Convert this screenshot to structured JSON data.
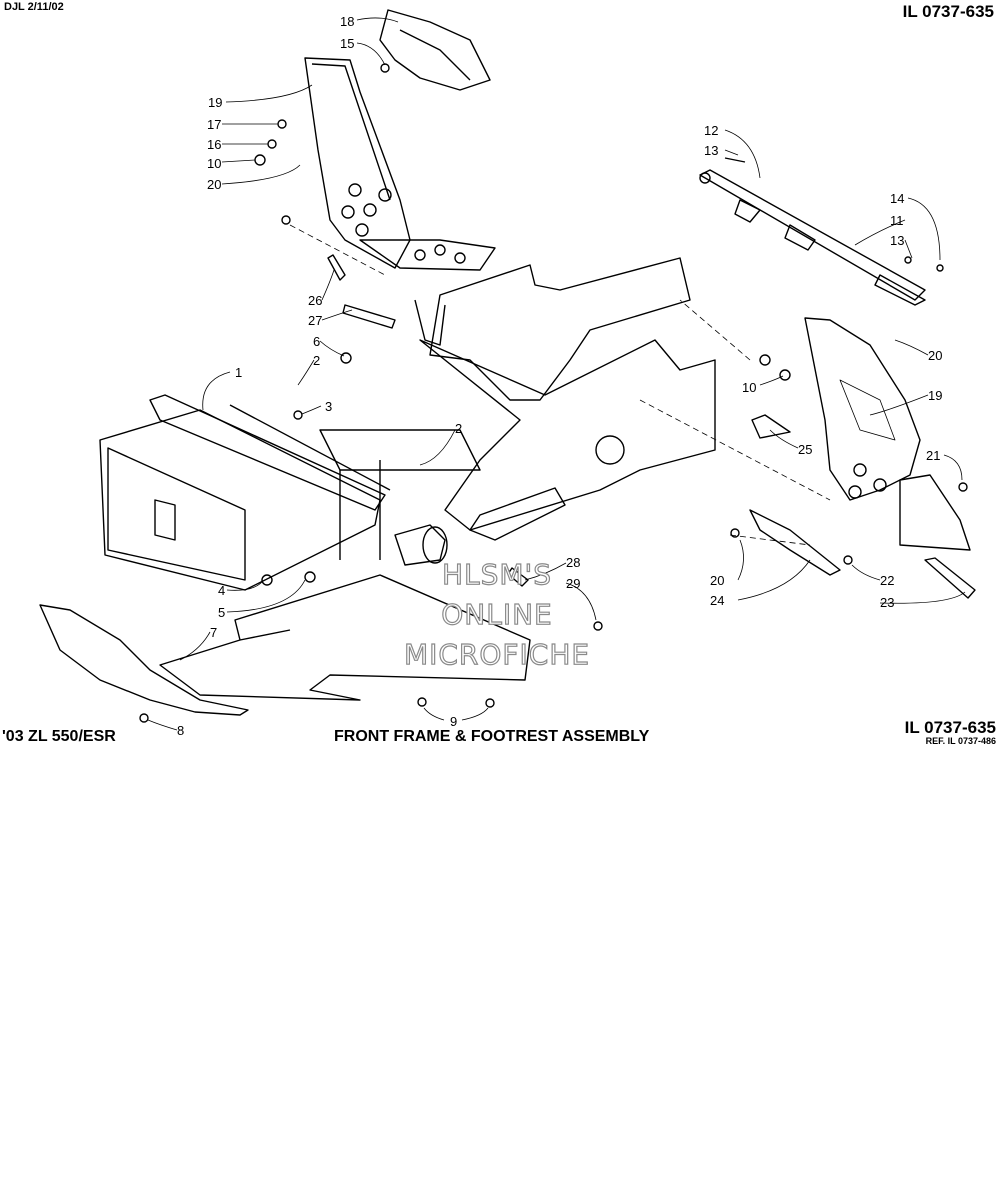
{
  "header": {
    "drafter": "DJL 2/11/02",
    "code": "IL 0737-635"
  },
  "footer": {
    "model": "'03 ZL 550/ESR",
    "title": "FRONT FRAME & FOOTREST ASSEMBLY",
    "code": "IL 0737-635",
    "ref": "REF. IL 0737-486"
  },
  "watermark": {
    "line1": "HLSM'S",
    "line2": "ONLINE",
    "line3": "MICROFICHE"
  },
  "callouts": [
    "18",
    "15",
    "19",
    "17",
    "16",
    "10",
    "20",
    "12",
    "13",
    "14",
    "11",
    "13",
    "26",
    "27",
    "6",
    "2",
    "1",
    "3",
    "2",
    "20",
    "10",
    "19",
    "25",
    "21",
    "4",
    "5",
    "7",
    "28",
    "29",
    "20",
    "24",
    "22",
    "23",
    "8",
    "9"
  ]
}
